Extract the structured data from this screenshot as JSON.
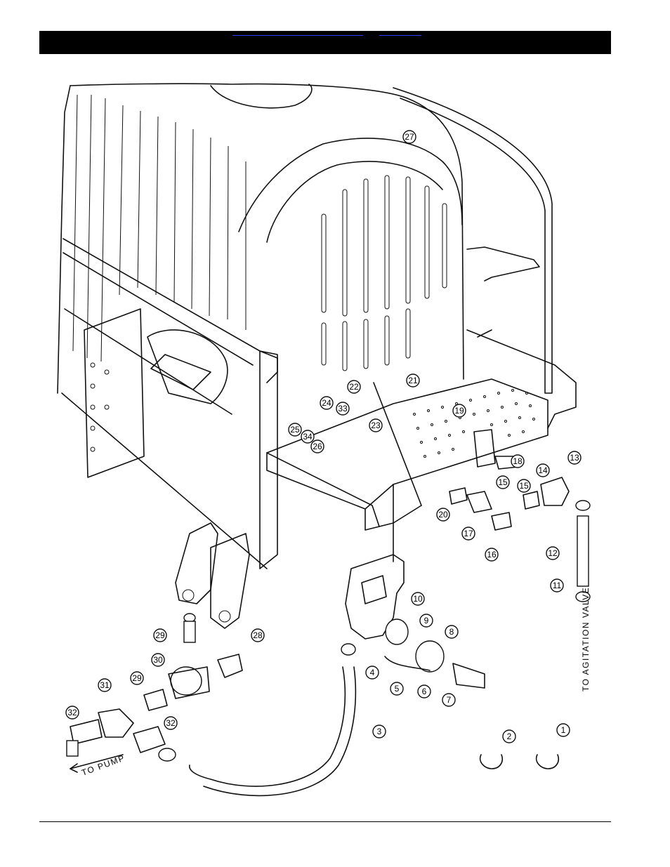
{
  "header": {
    "bar_color": "#000000",
    "links": [
      "",
      ""
    ]
  },
  "callouts": {
    "to_pump": "TO PUMP",
    "to_agitation_valve": "TO AGITATION VALVE"
  },
  "part_labels": [
    "1",
    "2",
    "3",
    "4",
    "5",
    "6",
    "7",
    "8",
    "9",
    "10",
    "11",
    "12",
    "13",
    "14",
    "15",
    "15",
    "16",
    "17",
    "18",
    "19",
    "20",
    "21",
    "22",
    "23",
    "24",
    "25",
    "26",
    "27",
    "28",
    "29",
    "29",
    "30",
    "31",
    "32",
    "32",
    "33",
    "34"
  ]
}
